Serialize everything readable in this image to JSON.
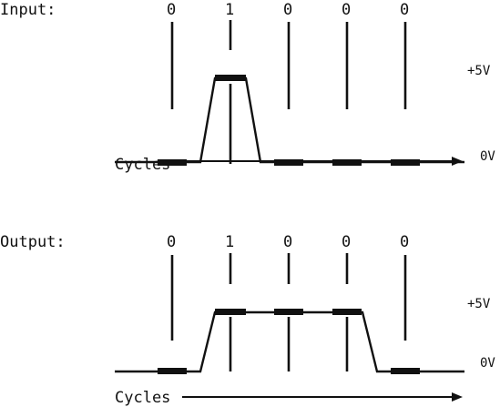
{
  "panels": [
    {
      "label": "Input:",
      "bits": [
        "0",
        "1",
        "0",
        "0",
        "0"
      ],
      "high_label": "+5V",
      "low_label": "0V",
      "axis_label": "Cycles"
    },
    {
      "label": "Output:",
      "bits": [
        "0",
        "1",
        "0",
        "0",
        "0"
      ],
      "high_label": "+5V",
      "low_label": "0V",
      "axis_label": "Cycles"
    }
  ]
}
